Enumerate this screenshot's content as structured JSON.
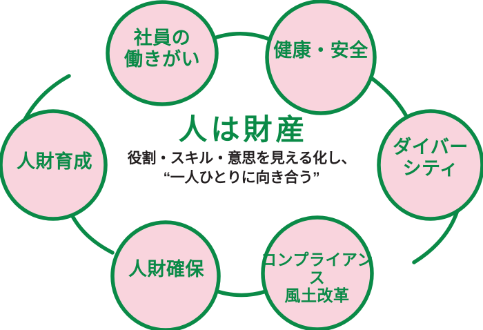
{
  "diagram": {
    "type": "cycle-ring",
    "title": "人は財産",
    "subtitle": "役割・スキル・意思を見える化し、\n“一人ひとりに向き合う”",
    "colors": {
      "node_fill": "#f9d4dd",
      "node_stroke": "#0a8a47",
      "connector": "#0a8a47",
      "node_text": "#0a8a47",
      "center_heading_text": "#0a8a47",
      "center_subtitle_text": "#231f20",
      "background": "#ffffff"
    },
    "nodes": [
      {
        "id": "employee-fulfillment",
        "label": "社員の\n働きがい",
        "position": "top-left"
      },
      {
        "id": "health-safety",
        "label": "健康・安全",
        "position": "top-right"
      },
      {
        "id": "diversity",
        "label": "ダイバー\nシティ",
        "position": "right"
      },
      {
        "id": "compliance",
        "label": "コンプライアンス\n風土改革",
        "position": "bottom-right"
      },
      {
        "id": "talent-securing",
        "label": "人財確保",
        "position": "bottom-left"
      },
      {
        "id": "talent-development",
        "label": "人財育成",
        "position": "left"
      }
    ]
  }
}
